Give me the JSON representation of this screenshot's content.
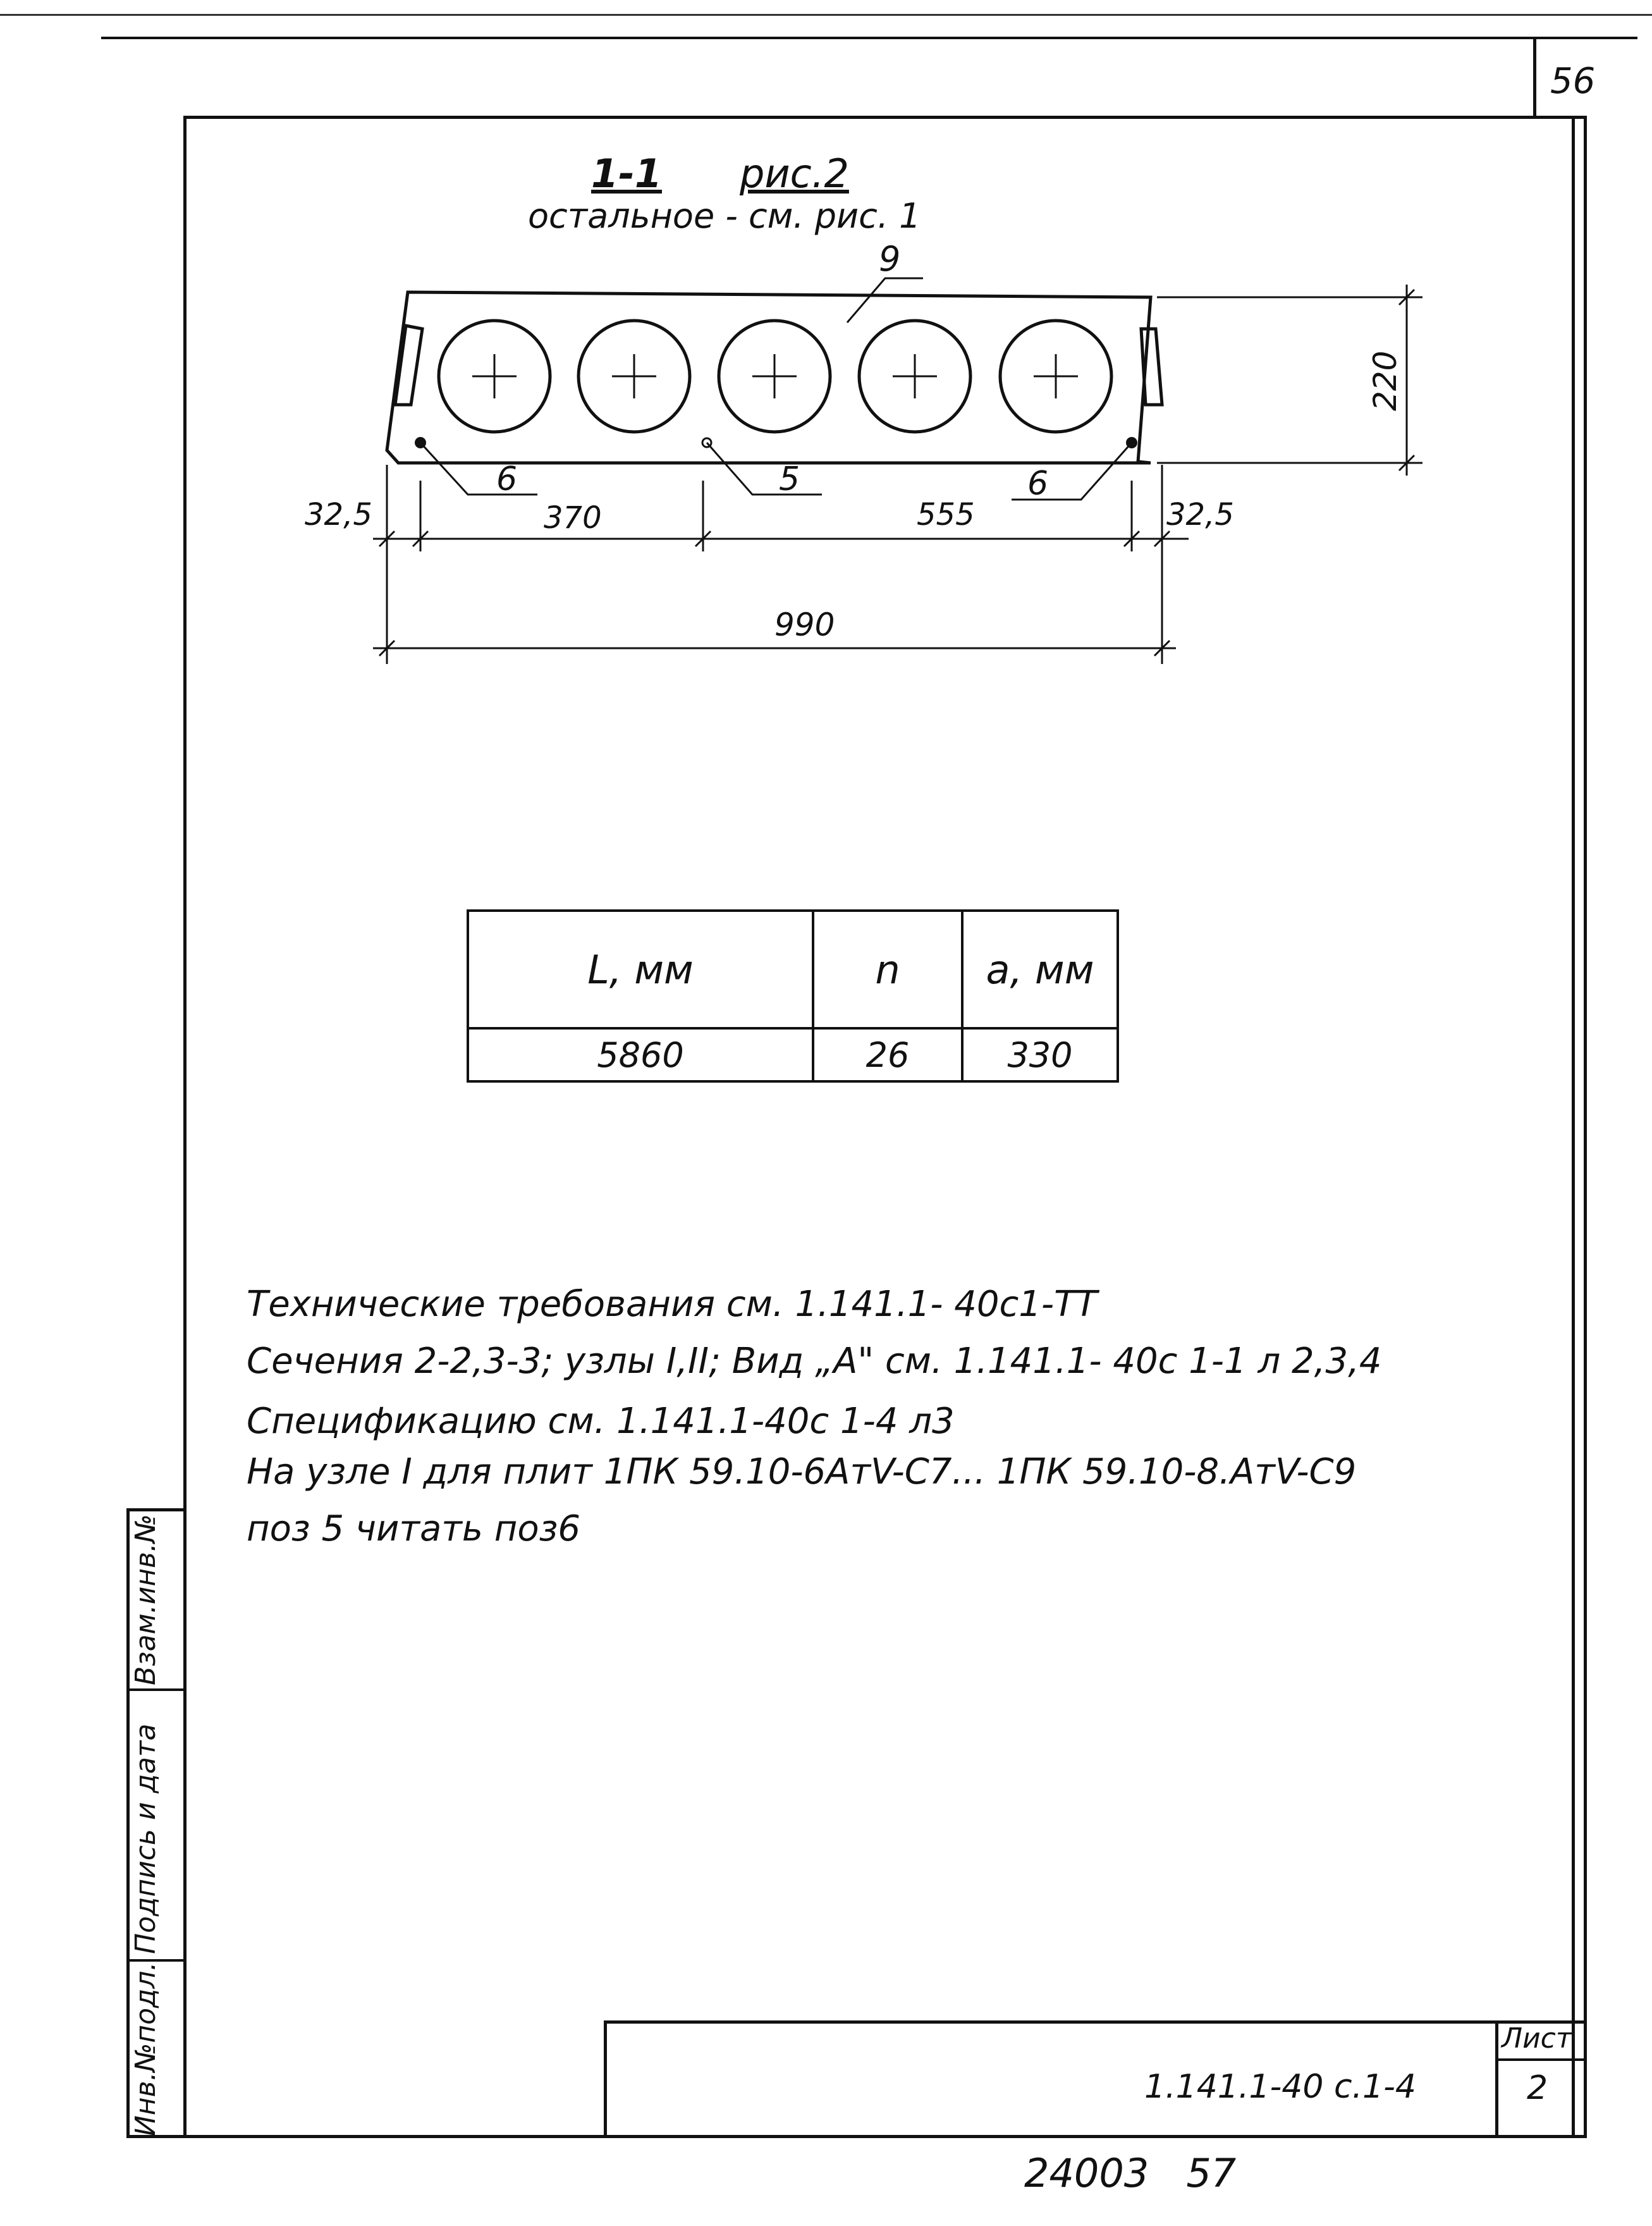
{
  "page_number": "56",
  "section": {
    "mark": "1-1",
    "figure": "рис.2",
    "note": "остальное - см. рис. 1"
  },
  "drawing": {
    "labels": {
      "pos9": "9",
      "pos6_left": "6",
      "pos5": "5",
      "pos6_right": "6"
    },
    "dimensions": {
      "height": "220",
      "left_edge": "32,5",
      "left_span": "370",
      "right_span": "555",
      "right_edge": "32,5",
      "total": "990"
    }
  },
  "table": {
    "headers": [
      "L, мм",
      "n",
      "a, мм"
    ],
    "rows": [
      [
        "5860",
        "26",
        "330"
      ]
    ]
  },
  "notes": [
    "Технические требования см. 1.141.1- 40с1-ТТ",
    "Сечения 2-2,3-3; узлы I,II; Вид „А\" см. 1.141.1- 40с 1-1 л 2,3,4",
    "Спецификацию см. 1.141.1-40с 1-4 л3",
    "На узле I для плит 1ПК 59.10-6АтV-С7... 1ПК 59.10-8.АтV-С9",
    "поз 5 читать поз6"
  ],
  "side_stamp": {
    "inv_podl": "Инв.№подл.",
    "podpis_data": "Подпись и дата",
    "vzam_inv": "Взам.инв.№"
  },
  "title_block": {
    "designation": "1.141.1-40 с.1-4",
    "sheet_label": "Лист",
    "sheet_number": "2"
  },
  "footer": "24003   57"
}
